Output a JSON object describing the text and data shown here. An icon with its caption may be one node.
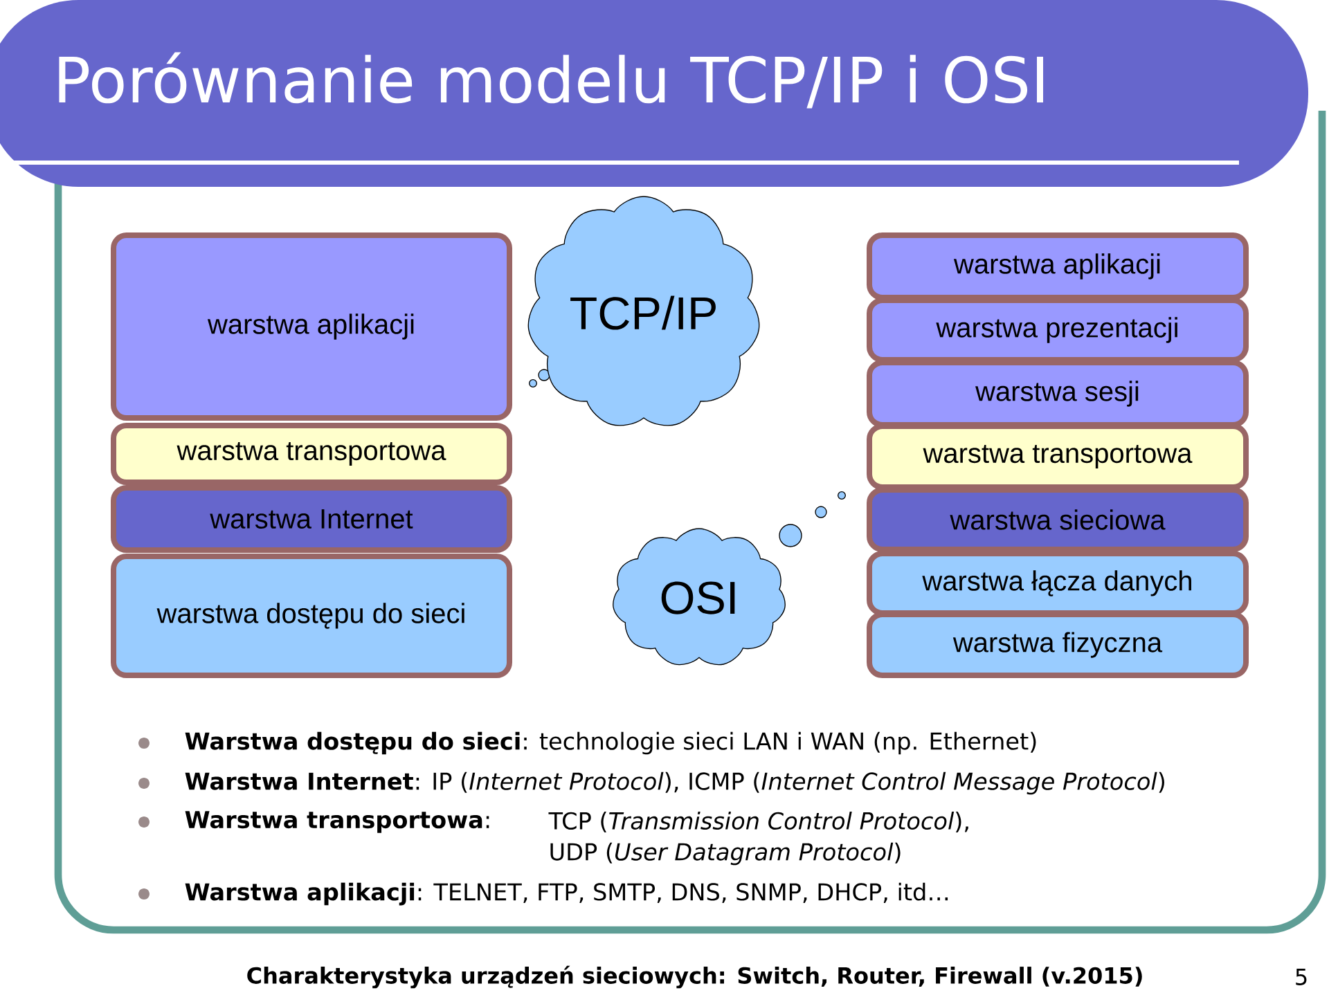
{
  "diagram": {
    "title": "Porównanie modelu TCP/IP i OSI",
    "nodes": [
      {
        "text": [
          "warstwa aplikacji"
        ]
      },
      {
        "text": [
          "warstwa transportowa"
        ]
      },
      {
        "text": [
          "warstwa Internet"
        ]
      },
      {
        "text": [
          "warstwa dostępu do sieci"
        ]
      },
      {
        "text": [
          "TCP/IP"
        ]
      },
      {
        "text": [
          "OSI"
        ]
      },
      {
        "text": [
          "warstwa aplikacji"
        ]
      },
      {
        "text": [
          "warstwa prezentacji"
        ]
      },
      {
        "text": [
          "warstwa sesji"
        ]
      },
      {
        "text": [
          "warstwa transportowa"
        ]
      },
      {
        "text": [
          "warstwa sieciowa"
        ]
      },
      {
        "text": [
          "warstwa łącza danych"
        ]
      },
      {
        "text": [
          "warstwa fizyczna"
        ]
      }
    ],
    "labels": [
      "**Warstwa dostępu do sieci**: technologie sieci LAN i WAN (np. Ethernet)",
      "**Warstwa Internet**: IP (*Internet Protocol*), ICMP (*Internet Control Message Protocol*)",
      "**Warstwa transportowa**:",
      "TCP (*Transmission Control Protocol*),",
      "UDP (*User Datagram Protocol*)",
      "**Warstwa aplikacji**: TELNET, FTP, SMTP, DNS, SNMP, DHCP, itd…",
      "Charakterystyka urządzeń sieciowych: Switch, Router, Firewall (v.2015)",
      "5"
    ]
  }
}
